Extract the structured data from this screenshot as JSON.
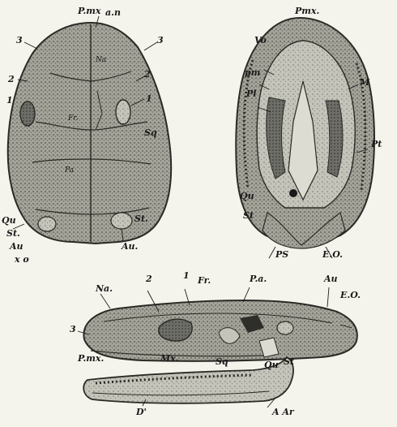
{
  "colors": {
    "ink": "#1a1a1a",
    "paper": "#f4f4ec",
    "bone": "#9a9a90",
    "dark": "#3c3c38"
  },
  "figure_dorsal": {
    "labels": {
      "pmx": "P.mx",
      "an": "a.n",
      "n3_left": "3",
      "n3_right": "3",
      "na": "Na",
      "n2_left": "2",
      "n2_right": "2",
      "n1_left": "1",
      "n1_right": "1",
      "fr": "Fr.",
      "sq": "Sq",
      "pa": "Pa",
      "qu": "Qu",
      "st_left": "St.",
      "st_right": "St.",
      "au_left": "Au",
      "au_right": "Au.",
      "xo": "x o"
    }
  },
  "figure_ventral": {
    "labels": {
      "pmx": "Pmx.",
      "vo": "Vo",
      "pm": "pm",
      "m": "M",
      "pl": "Pl",
      "pt": "Pt",
      "qu": "Qu",
      "st": "St",
      "ps": "PS",
      "eo": "E.O."
    }
  },
  "figure_lateral": {
    "labels": {
      "n2": "2",
      "n1": "1",
      "fr": "Fr.",
      "pa": "P.a.",
      "au": "Au",
      "eo": "E.O.",
      "na": "Na.",
      "n3": "3",
      "pmx": "P.mx.",
      "mx": "Mx.",
      "sq": "Sq",
      "qu": "Qu",
      "st": "St"
    }
  },
  "figure_mandible": {
    "labels": {
      "d": "D'",
      "aar": "A Ar"
    }
  }
}
